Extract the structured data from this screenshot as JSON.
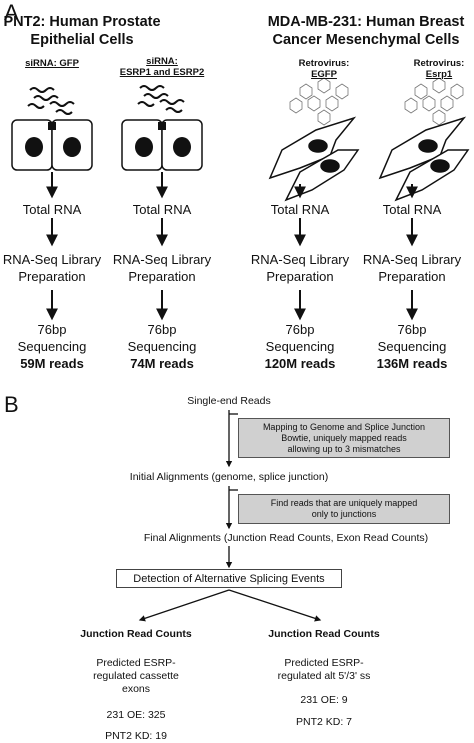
{
  "panel_a": {
    "letter": "A",
    "left_title_1": "PNT2: Human Prostate",
    "left_title_2": "Epithelial Cells",
    "right_title_1": "MDA-MB-231: Human Breast",
    "right_title_2": "Cancer Mesenchymal Cells",
    "columns": [
      {
        "label_1": "siRNA: GFP",
        "label_2": "",
        "reads": "59M reads"
      },
      {
        "label_1": "siRNA:",
        "label_2": "ESRP1 and ESRP2",
        "reads": "74M reads"
      },
      {
        "label_1": "Retrovirus:",
        "label_2": "EGFP",
        "reads": "120M reads"
      },
      {
        "label_1": "Retrovirus:",
        "label_2": "Esrp1",
        "reads": "136M reads"
      }
    ],
    "step_total_rna": "Total RNA",
    "step_library_1": "RNA-Seq Library",
    "step_library_2": "Preparation",
    "step_seq_1": "76bp",
    "step_seq_2": "Sequencing"
  },
  "panel_b": {
    "letter": "B",
    "single_end": "Single-end Reads",
    "box1_line1": "Mapping to Genome and Splice Junction",
    "box1_line2": "Bowtie, uniquely mapped reads",
    "box1_line3": "allowing up to 3 mismatches",
    "initial": "Initial Alignments (genome, splice junction)",
    "box2_line1": "Find reads that are uniquely mapped",
    "box2_line2": "only to junctions",
    "final": "Final Alignments (Junction Read Counts, Exon Read Counts)",
    "detection": "Detection of Alternative Splicing Events",
    "left": {
      "heading": "Junction Read Counts",
      "desc_1": "Predicted ESRP-",
      "desc_2": "regulated cassette",
      "desc_3": "exons",
      "oe": "231 OE: 325",
      "kd": "PNT2 KD: 19"
    },
    "right": {
      "heading": "Junction Read Counts",
      "desc_1": "Predicted ESRP-",
      "desc_2": "regulated alt 5'/3' ss",
      "oe": "231 OE: 9",
      "kd": "PNT2 KD: 7"
    }
  }
}
